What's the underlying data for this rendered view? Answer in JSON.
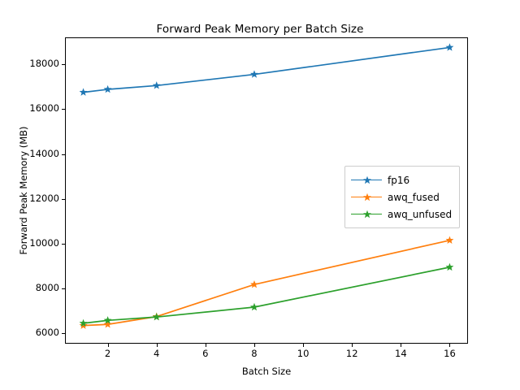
{
  "chart_data": {
    "type": "line",
    "title": "Forward Peak Memory per Batch Size",
    "xlabel": "Batch Size",
    "ylabel": "Forward Peak Memory (MB)",
    "x": [
      1,
      2,
      4,
      8,
      16
    ],
    "xlim": [
      0.25,
      16.75
    ],
    "ylim": [
      5540,
      19200
    ],
    "xticks": [
      2,
      4,
      6,
      8,
      10,
      12,
      14,
      16
    ],
    "xtick_labels": [
      "2",
      "4",
      "6",
      "8",
      "10",
      "12",
      "14",
      "16"
    ],
    "yticks": [
      6000,
      8000,
      10000,
      12000,
      14000,
      16000,
      18000
    ],
    "ytick_labels": [
      "6000",
      "8000",
      "10000",
      "12000",
      "14000",
      "16000",
      "18000"
    ],
    "grid": false,
    "legend_position": "center-right",
    "series": [
      {
        "name": "fp16",
        "color": "#1f77b4",
        "marker": "star",
        "values": [
          16750,
          16880,
          17050,
          17550,
          18750
        ]
      },
      {
        "name": "awq_fused",
        "color": "#ff7f0e",
        "marker": "star",
        "values": [
          6350,
          6400,
          6750,
          8180,
          10150
        ]
      },
      {
        "name": "awq_unfused",
        "color": "#2ca02c",
        "marker": "star",
        "values": [
          6450,
          6580,
          6730,
          7170,
          8950
        ]
      }
    ]
  },
  "legend": {
    "items": [
      {
        "label": "fp16"
      },
      {
        "label": "awq_fused"
      },
      {
        "label": "awq_unfused"
      }
    ]
  }
}
